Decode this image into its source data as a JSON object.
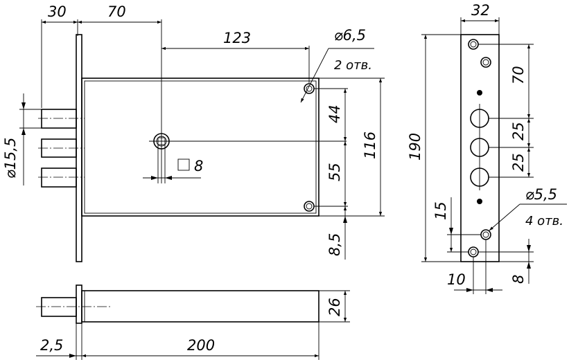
{
  "lock_front": {
    "dims": {
      "d30": "30",
      "d70": "70",
      "d123": "123",
      "d15_5": "⌀15,5",
      "d44": "44",
      "d55": "55",
      "d116": "116",
      "d8_5": "8,5",
      "hole_dia": "⌀6,5",
      "hole_count": "2 отв.",
      "square": "8"
    }
  },
  "lock_bottom": {
    "dims": {
      "d2_5": "2,5",
      "d200": "200",
      "d26": "26"
    }
  },
  "faceplate": {
    "dims": {
      "d32": "32",
      "d190": "190",
      "d70": "70",
      "d25a": "25",
      "d25b": "25",
      "d15": "15",
      "d10": "10",
      "d8": "8",
      "hole_dia": "⌀5,5",
      "hole_count": "4 отв."
    }
  }
}
